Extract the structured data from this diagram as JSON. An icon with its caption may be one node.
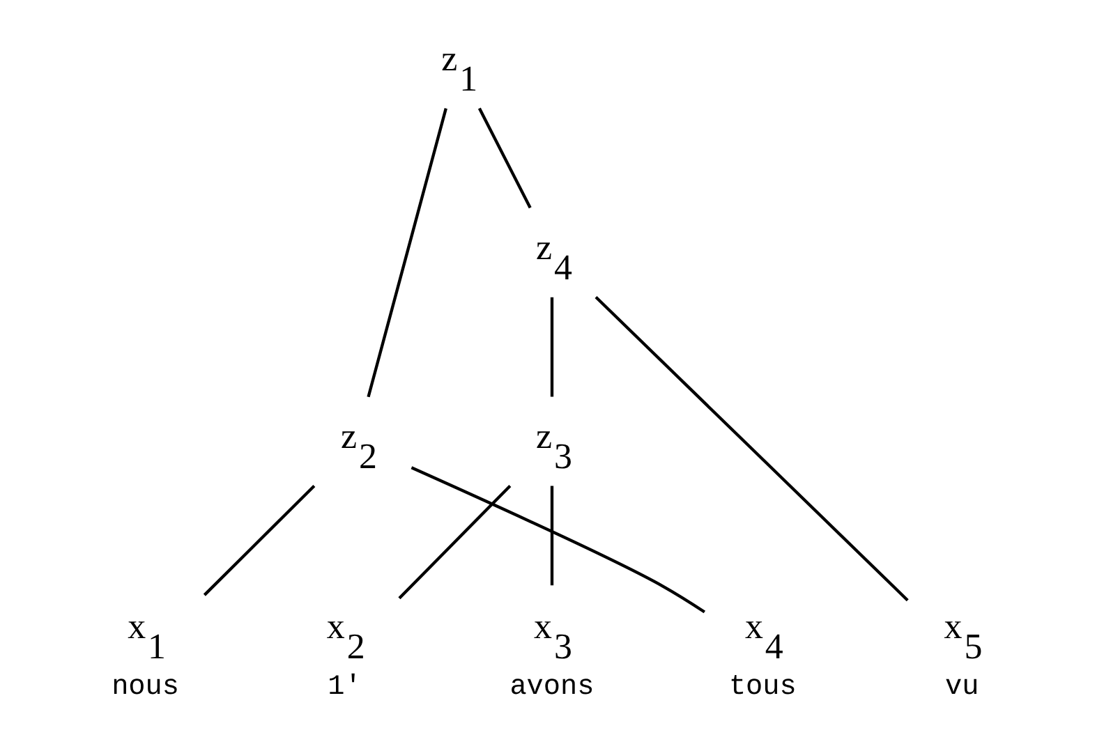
{
  "diagram": {
    "nodes": [
      {
        "text": [
          "z$_{1}$"
        ]
      },
      {
        "text": [
          "z$_{2}$"
        ]
      },
      {
        "text": [
          "z$_{4}$"
        ]
      },
      {
        "text": [
          "z$_{3}$"
        ]
      },
      {
        "text": [
          "x$_{1}$"
        ],
        "beside": [
          "nous"
        ]
      },
      {
        "text": [
          "x$_{2}$"
        ],
        "beside": [
          "1'"
        ]
      },
      {
        "text": [
          "x$_{3}$"
        ],
        "beside": [
          "avons"
        ]
      },
      {
        "text": [
          "x$_{4}$"
        ],
        "beside": [
          "tous"
        ]
      },
      {
        "text": [
          "x$_{5}$"
        ],
        "beside": [
          "vu"
        ]
      }
    ],
    "edges": [
      {
        "from": 0,
        "to": 1,
        "arrow": "none"
      },
      {
        "from": 1,
        "to": 4,
        "arrow": "none"
      },
      {
        "from": 1,
        "to": 7,
        "arrow": "none"
      },
      {
        "from": 0,
        "to": 2,
        "arrow": "none"
      },
      {
        "from": 2,
        "to": 8,
        "arrow": "none"
      },
      {
        "from": 2,
        "to": 3,
        "arrow": "none"
      },
      {
        "from": 3,
        "to": 5,
        "arrow": "none"
      },
      {
        "from": 3,
        "to": 6,
        "arrow": "none"
      }
    ]
  }
}
